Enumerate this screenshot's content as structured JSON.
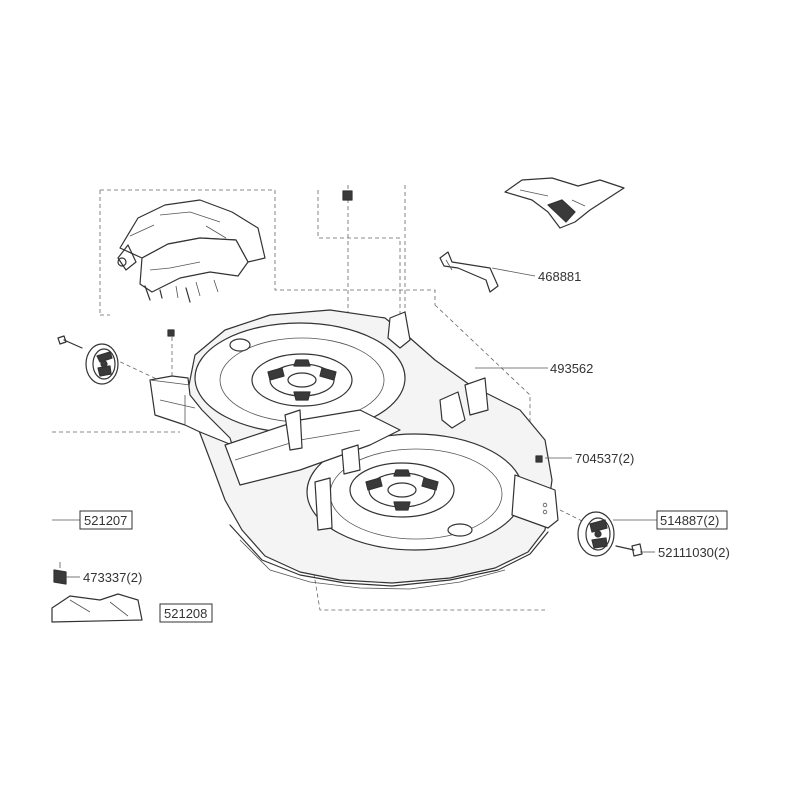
{
  "diagram": {
    "labels": [
      {
        "id": "468881",
        "text": "468881",
        "boxed": false
      },
      {
        "id": "493562",
        "text": "493562",
        "boxed": false
      },
      {
        "id": "704537",
        "text": "704537(2)",
        "boxed": false
      },
      {
        "id": "514887",
        "text": "514887(2)",
        "boxed": true
      },
      {
        "id": "52111030",
        "text": "52111030(2)",
        "boxed": false
      },
      {
        "id": "521207",
        "text": "521207",
        "boxed": true
      },
      {
        "id": "473337",
        "text": "473337(2)",
        "boxed": false
      },
      {
        "id": "521208",
        "text": "521208",
        "boxed": true
      }
    ],
    "colors": {
      "line": "#333333",
      "dash": "#666666",
      "label": "#333333",
      "background": "#ffffff"
    }
  }
}
